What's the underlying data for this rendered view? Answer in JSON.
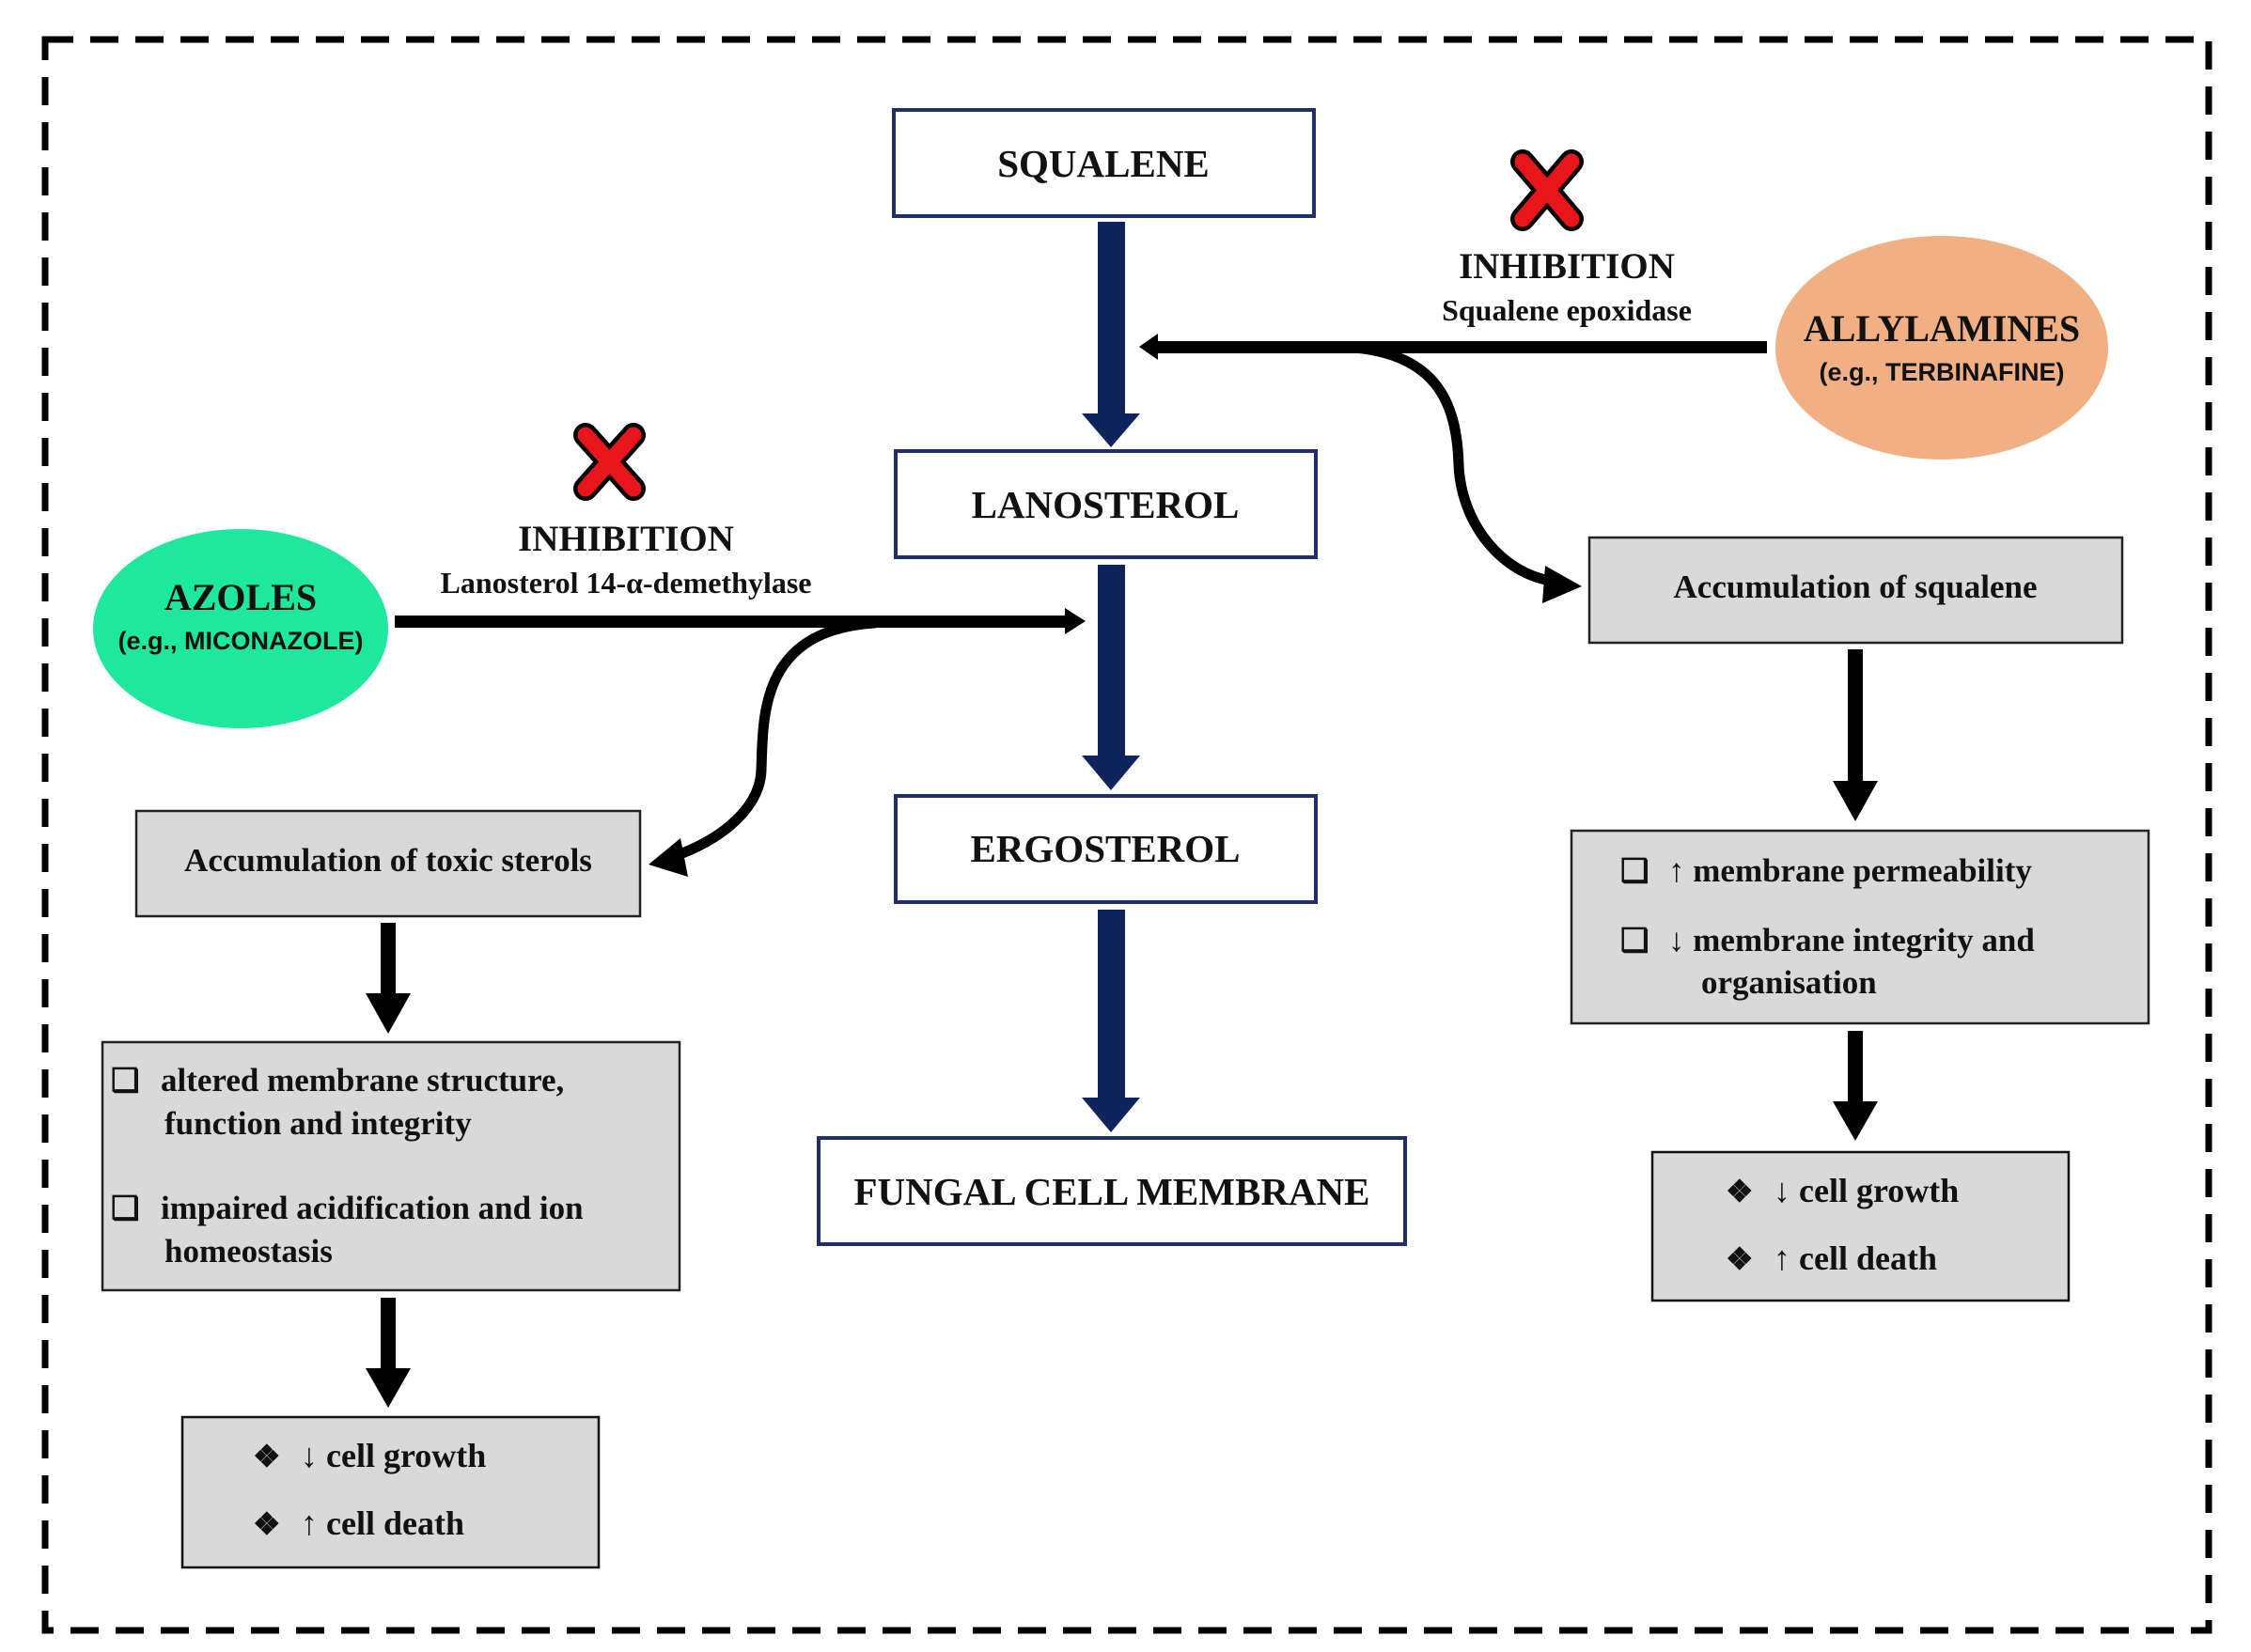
{
  "colors": {
    "pathway_arrow": "#0f245c",
    "pathway_border": "#1f2f6e",
    "azoles_fill": "#1de89b",
    "allylamines_fill": "#f1b084",
    "result_box_fill": "#d9d9d9",
    "inhibition_mark": "#e8161b"
  },
  "icons": {
    "inhibition": "red-x-icon",
    "bullet_square": "checkbox-bullet-icon",
    "bullet_diamond": "four-diamond-bullet-icon"
  },
  "pathway": {
    "squalene": "SQUALENE",
    "lanosterol": "LANOSTEROL",
    "ergosterol": "ERGOSTEROL",
    "membrane": "FUNGAL CELL MEMBRANE"
  },
  "azoles": {
    "name": "AZOLES",
    "example": "(e.g., MICONAZOLE)",
    "inhibition_label": "INHIBITION",
    "enzyme": "Lanosterol 14-α-demethylase",
    "accumulation": "Accumulation of toxic sterols",
    "effect_sym": "❑",
    "effect1_line1": "altered membrane structure,",
    "effect1_line2": "function and integrity",
    "effect2_line1": "impaired acidification and ion",
    "effect2_line2": "homeostasis",
    "out_sym": "❖",
    "outcome1": "↓ cell growth",
    "outcome2": "↑ cell death"
  },
  "allylamines": {
    "name": "ALLYLAMINES",
    "example": "(e.g., TERBINAFINE)",
    "inhibition_label": "INHIBITION",
    "enzyme": "Squalene epoxidase",
    "accumulation": "Accumulation of squalene",
    "effect_sym": "❑",
    "effect1": "↑ membrane permeability",
    "effect2_line1": "↓ membrane integrity and",
    "effect2_line2": "organisation",
    "out_sym": "❖",
    "outcome1": "↓ cell growth",
    "outcome2": "↑ cell death"
  }
}
